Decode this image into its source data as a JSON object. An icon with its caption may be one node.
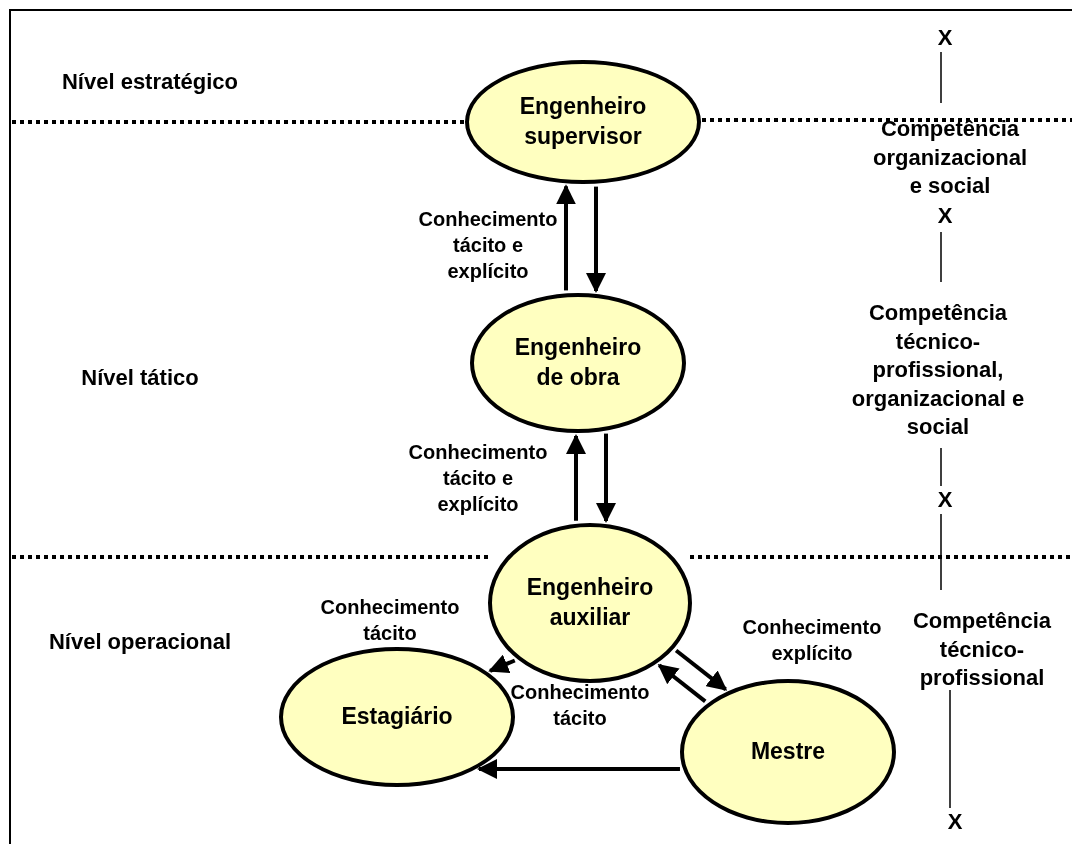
{
  "diagram": {
    "nodes": [
      {
        "text": [
          "Engenheiro supervisor"
        ]
      },
      {
        "text": [
          "Engenheiro de obra"
        ]
      },
      {
        "text": [
          "Engenheiro auxiliar"
        ]
      },
      {
        "text": [
          "Estagiário"
        ]
      },
      {
        "text": [
          "Mestre"
        ]
      }
    ],
    "edges": [
      {
        "from": 1,
        "to": 0,
        "arrow": "to",
        "label": "Conhecimento tácito e explícito"
      },
      {
        "from": 0,
        "to": 1,
        "arrow": "to"
      },
      {
        "from": 2,
        "to": 1,
        "arrow": "to",
        "label": "Conhecimento tácito e explícito"
      },
      {
        "from": 1,
        "to": 2,
        "arrow": "to"
      },
      {
        "from": 2,
        "to": 3,
        "arrow": "to",
        "label": "Conhecimento tácito"
      },
      {
        "from": 2,
        "to": 4,
        "arrow": "to",
        "label": "Conhecimento explícito"
      },
      {
        "from": 4,
        "to": 2,
        "arrow": "to"
      },
      {
        "from": 4,
        "to": 3,
        "arrow": "to",
        "label": "Conhecimento tácito"
      }
    ],
    "labels": [
      "Nível estratégico",
      "X",
      "Competência organizacional e social",
      "X",
      "Nível tático",
      "Competência técnico-profissional, organizacional e social",
      "X",
      "Nível operacional",
      "Competência técnico-profissional",
      "X"
    ]
  }
}
